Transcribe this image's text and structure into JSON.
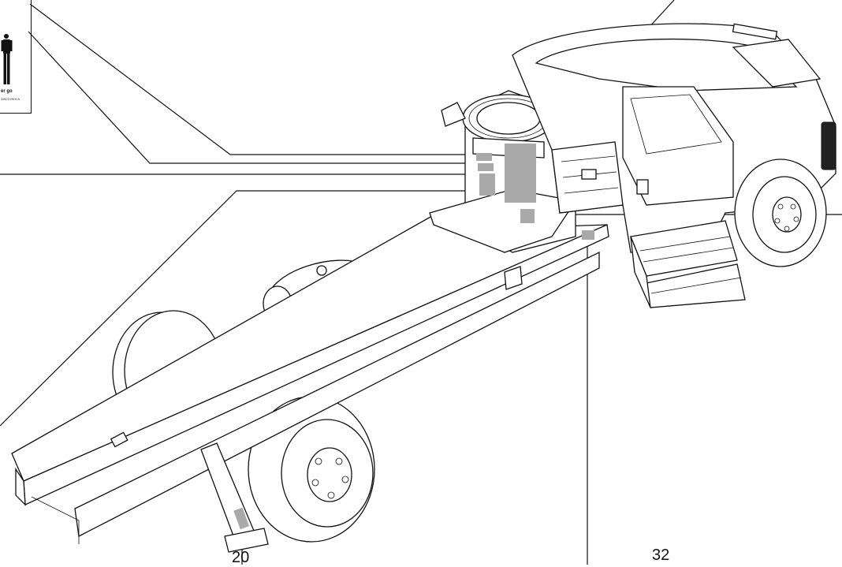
{
  "decal": {
    "caption": "er go",
    "part_number": "39673 REV A",
    "icon": "person-figure-icon"
  },
  "callouts": [
    {
      "number": "20"
    },
    {
      "number": "32"
    }
  ],
  "colors": {
    "line": "#111111",
    "decal_location": "#a9a9a9",
    "background": "#ffffff"
  }
}
